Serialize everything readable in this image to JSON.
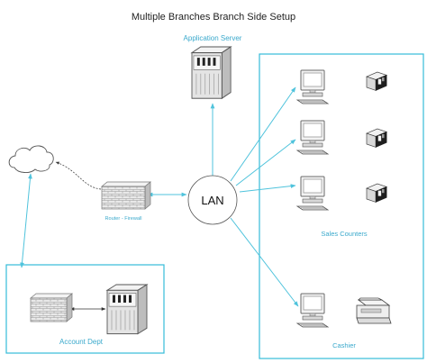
{
  "title": "Multiple Branches  Branch Side Setup",
  "hub": {
    "label": "LAN"
  },
  "nodes": {
    "application_server": "Application Server",
    "router_firewall": "Router - Firewall",
    "sales_counters": "Sales Counters",
    "cashier": "Cashier",
    "account_dept": "Account Dept"
  },
  "colors": {
    "link": "#4fc3dc",
    "box_border": "#35bcd8",
    "label_text": "#3aa9cc",
    "title_text": "#222222",
    "hub_fill": "#ffffff",
    "hub_border": "#555555"
  },
  "icons": {
    "cloud": "internet-cloud-icon",
    "firewall": "brick-firewall-icon",
    "server": "server-tower-icon",
    "workstation": "desktop-computer-icon",
    "printer": "receipt-printer-icon",
    "cash_printer": "cash-register-printer-icon"
  }
}
